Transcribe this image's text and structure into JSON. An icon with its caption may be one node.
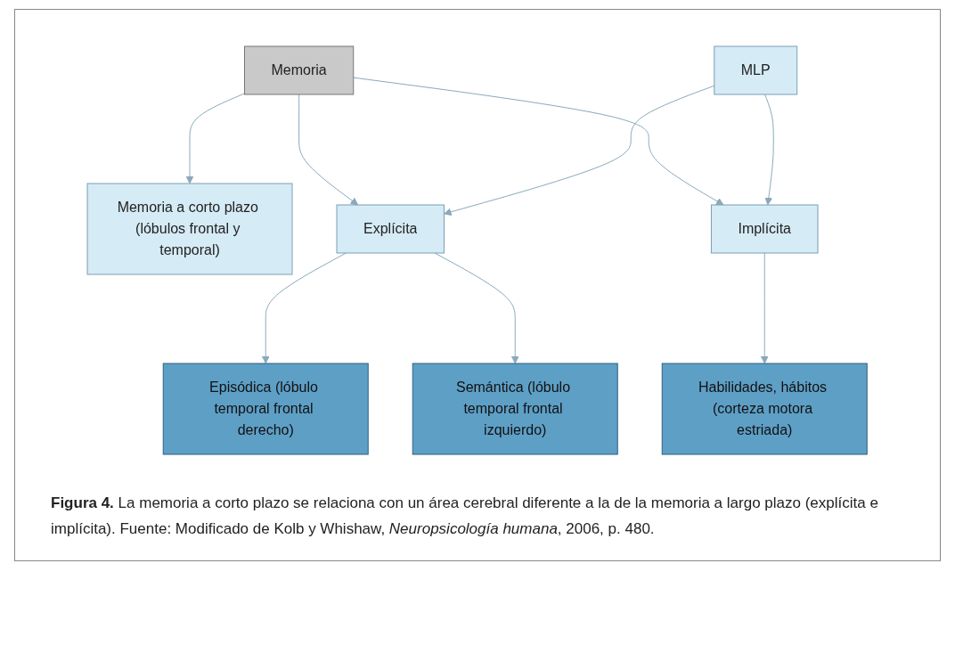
{
  "diagram": {
    "caption": "**Figura 4.** La memoria a corto plazo se relaciona con un área cerebral diferente a la de la memoria a largo plazo (explícita e implícita). Fuente: Modificado de Kolb y Whishaw, *Neuropsicología humana*, 2006,  p. 480.",
    "nodes": [
      {
        "text": [
          "Memoria"
        ]
      },
      {
        "text": [
          "Memoria a corto plazo (lóbulos frontal y temporal)"
        ]
      },
      {
        "text": [
          "Explícita"
        ]
      },
      {
        "text": [
          "MLP"
        ]
      },
      {
        "text": [
          "Implícita"
        ]
      },
      {
        "text": [
          "Episódica (lóbulo temporal frontal derecho)"
        ]
      },
      {
        "text": [
          "Semántica (lóbulo temporal frontal izquierdo)"
        ]
      },
      {
        "text": [
          "Habilidades, hábitos (corteza motora estriada)"
        ]
      }
    ],
    "edges": [
      {
        "from": 0,
        "to": 1,
        "arrow": "to"
      },
      {
        "from": 0,
        "to": 2,
        "arrow": "to"
      },
      {
        "from": 0,
        "to": 4,
        "arrow": "to"
      },
      {
        "from": 3,
        "to": 2,
        "arrow": "to"
      },
      {
        "from": 3,
        "to": 4,
        "arrow": "to"
      },
      {
        "from": 2,
        "to": 5,
        "arrow": "to"
      },
      {
        "from": 2,
        "to": 6,
        "arrow": "to"
      },
      {
        "from": 4,
        "to": 7,
        "arrow": "to"
      }
    ]
  }
}
